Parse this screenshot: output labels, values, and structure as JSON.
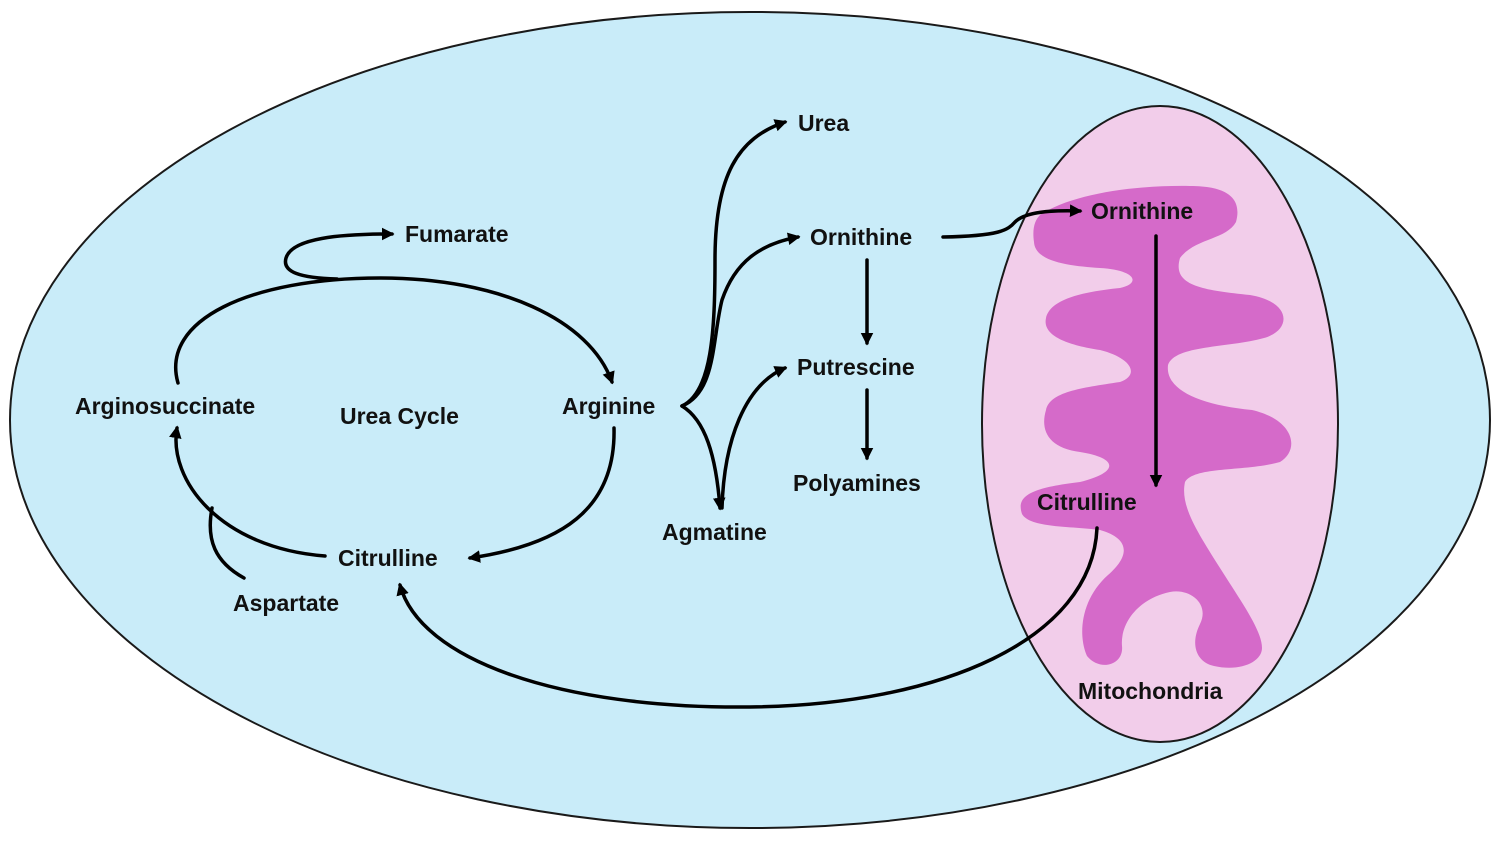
{
  "colors": {
    "cell_fill": "#c9ecf9",
    "cell_stroke": "#1a1a1a",
    "mito_outer_fill": "#f2cdea",
    "mito_inner_fill": "#d56ac9",
    "arrow": "#000000",
    "text": "#111111"
  },
  "labels": {
    "fumarate": "Fumarate",
    "arginosuccinate": "Arginosuccinate",
    "urea_cycle": "Urea Cycle",
    "arginine": "Arginine",
    "citrulline_cytosol": "Citrulline",
    "aspartate": "Aspartate",
    "urea": "Urea",
    "ornithine_cytosol": "Ornithine",
    "putrescine": "Putrescine",
    "polyamines": "Polyamines",
    "agmatine": "Agmatine",
    "ornithine_mito": "Ornithine",
    "citrulline_mito": "Citrulline",
    "mitochondria": "Mitochondria"
  }
}
